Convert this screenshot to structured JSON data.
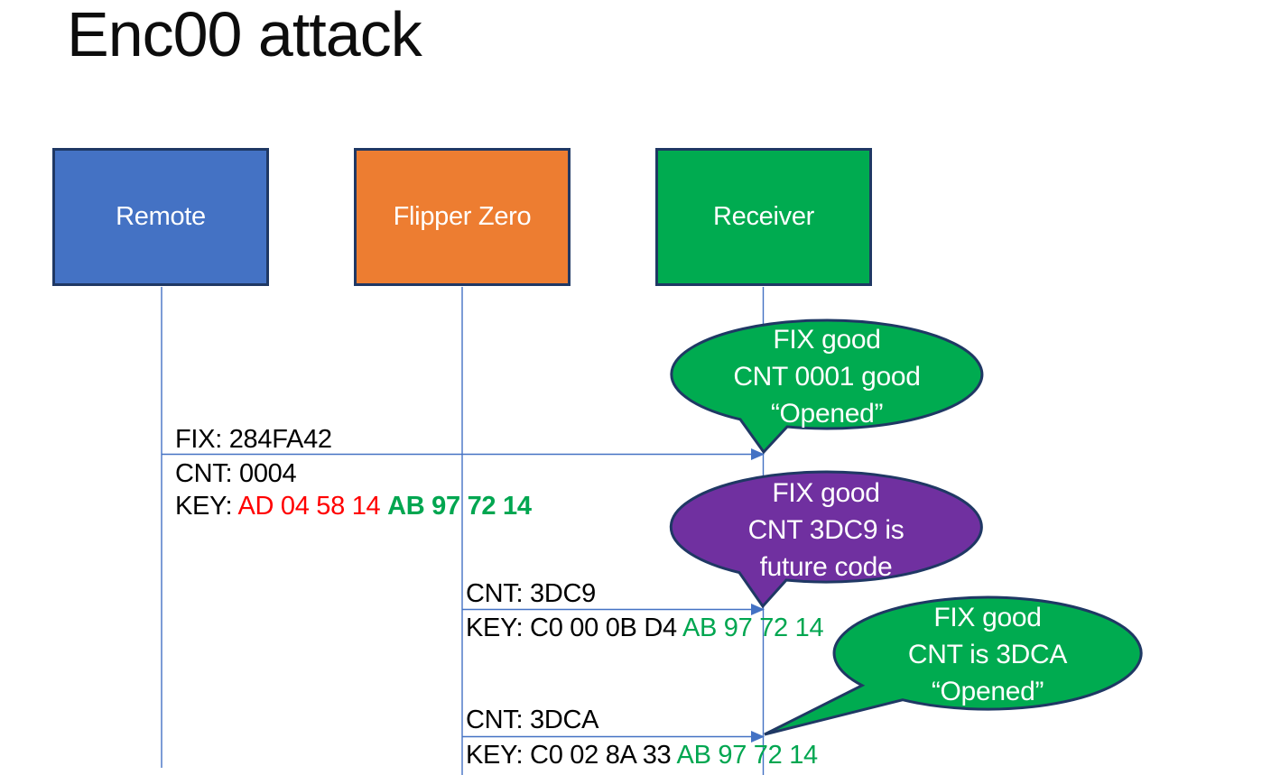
{
  "title": "Enc00 attack",
  "actors": [
    {
      "label": "Remote",
      "color": "#4472C4"
    },
    {
      "label": "Flipper Zero",
      "color": "#ED7D31"
    },
    {
      "label": "Receiver",
      "color": "#00AB50"
    }
  ],
  "messages": [
    {
      "from": "Remote",
      "to": "Receiver",
      "fix": "FIX: 284FA42",
      "cnt": "CNT: 0004",
      "key_prefix": "KEY: ",
      "key_changed": "AD 04 58 14 ",
      "key_fixed": "AB 97 72 14"
    },
    {
      "from": "Flipper Zero",
      "to": "Receiver",
      "cnt": "CNT: 3DC9",
      "key_prefix": "KEY: ",
      "key_changed": "C0 00 0B D4 ",
      "key_fixed": "AB 97 72 14"
    },
    {
      "from": "Flipper Zero",
      "to": "Receiver",
      "cnt": "CNT: 3DCA",
      "key_prefix": "KEY: ",
      "key_changed": "C0 02 8A 33 ",
      "key_fixed": "AB 97 72 14"
    }
  ],
  "callouts": [
    {
      "color": "#00AB50",
      "line1": "FIX good",
      "line2": "CNT 0001 good",
      "line3": "“Opened”"
    },
    {
      "color": "#7030A0",
      "line1": "FIX good",
      "line2": "CNT 3DC9 is",
      "line3": "future code"
    },
    {
      "color": "#00AB50",
      "line1": "FIX good",
      "line2": "CNT is 3DCA",
      "line3": "“Opened”"
    }
  ],
  "colors": {
    "remote_fill": "#4472C4",
    "flipper_fill": "#ED7D31",
    "receiver_fill": "#00AB50",
    "callout_purple": "#7030A0",
    "shape_outline": "#1F3864",
    "connector_blue": "#4472C4",
    "key_red": "#FF0000",
    "key_green": "#00A650",
    "text_black": "#000000"
  }
}
